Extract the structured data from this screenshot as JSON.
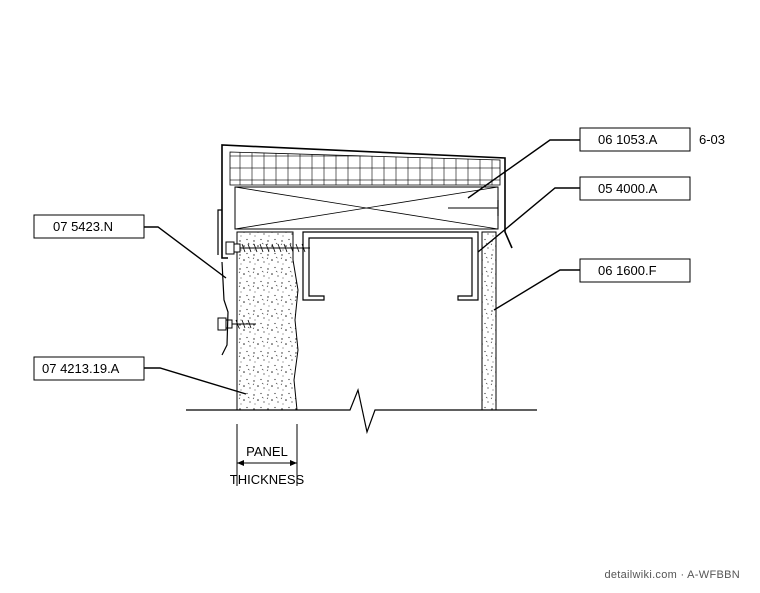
{
  "callouts": [
    {
      "id": "tag-06-1053-a",
      "label": "06 1053.A",
      "note": "6-03"
    },
    {
      "id": "tag-05-4000-a",
      "label": "05 4000.A"
    },
    {
      "id": "tag-06-1600-f",
      "label": "06 1600.F"
    },
    {
      "id": "tag-07-5423-n",
      "label": "07 5423.N"
    },
    {
      "id": "tag-07-4213-19-a",
      "label": "07 4213.19.A"
    }
  ],
  "dimension": {
    "line1": "PANEL",
    "line2": "THICKNESS"
  },
  "footer": {
    "source": "detailwiki.com · A-WFBBN"
  }
}
